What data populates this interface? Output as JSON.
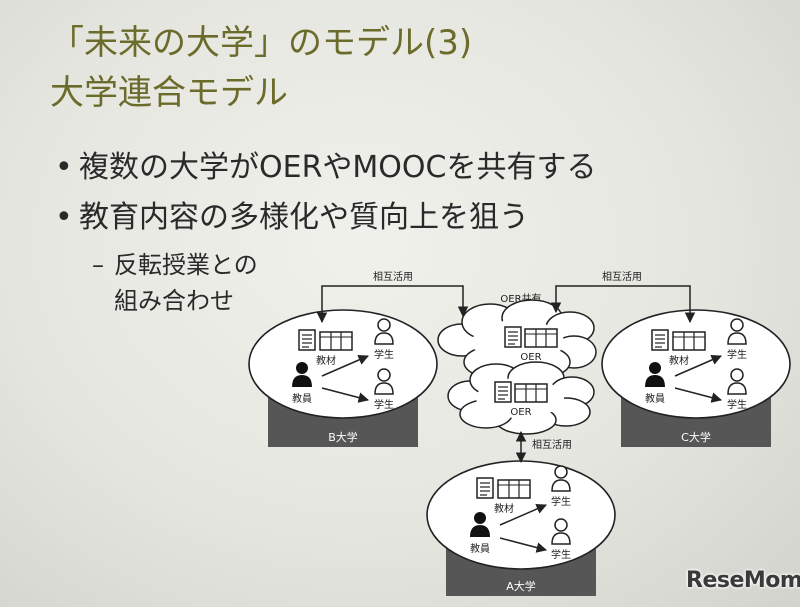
{
  "slide": {
    "title_line1": "「未来の大学」のモデル(3)",
    "title_line2": "大学連合モデル",
    "bullets": [
      "複数の大学がOERやMOOCを共有する",
      "教育内容の多様化や質向上を狙う"
    ],
    "bullet_glyph": "•",
    "sub_dash": "–",
    "sub_line1": "反転授業との",
    "sub_line2": "組み合わせ"
  },
  "diagram": {
    "mutual_use_label": "相互活用",
    "oer_sharing_label": "OER共有",
    "oer_label": "OER",
    "materials_label": "教材",
    "teacher_label": "教員",
    "student_label": "学生",
    "universities": [
      "B大学",
      "C大学",
      "A大学"
    ]
  },
  "watermark": "ReseMom",
  "colors": {
    "title": "#6b6b2b",
    "text": "#2a2a2a",
    "base": "#565656",
    "outline": "#222222"
  },
  "icons": [
    "document-icon",
    "book-icon",
    "teacher-icon",
    "student-icon",
    "cloud-icon",
    "arrow-icon"
  ]
}
